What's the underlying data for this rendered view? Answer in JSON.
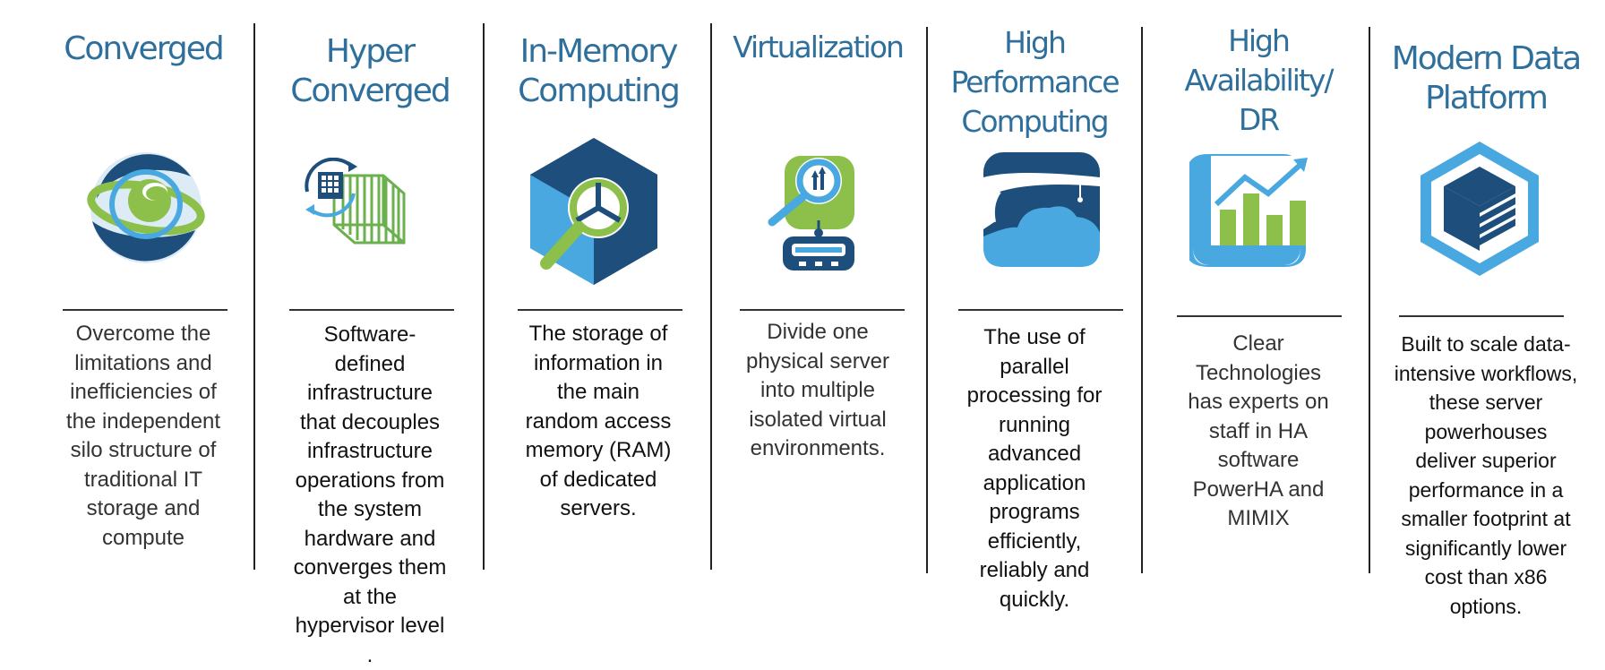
{
  "columns": [
    {
      "title": "Converged",
      "icon": "converged-sphere-icon",
      "description": "Overcome the\nlimitations and\ninefficiencies of\nthe independent\nsilo structure of\ntraditional IT\nstorage and\ncompute"
    },
    {
      "title": "Hyper\nConverged",
      "icon": "hyper-converged-icon",
      "description": "Software-\ndefined\ninfrastructure\nthat decouples\ninfrastructure\noperations from\nthe system\nhardware and\nconverges them\nat the\nhypervisor level\n."
    },
    {
      "title": "In-Memory\nComputing",
      "icon": "in-memory-cube-icon",
      "description": "The storage of\ninformation in\nthe main\nrandom access\nmemory (RAM)\nof dedicated\nservers."
    },
    {
      "title": "Virtualization",
      "icon": "virtualization-icon",
      "description": "Divide one\nphysical server\ninto multiple\nisolated virtual\nenvironments."
    },
    {
      "title": "High\nPerformance\nComputing",
      "icon": "hpc-cloud-icon",
      "description": "The use of\nparallel\nprocessing for\nrunning\nadvanced\napplication\nprograms\nefficiently,\nreliably and\nquickly."
    },
    {
      "title": "High\nAvailability/\nDR",
      "icon": "availability-chart-icon",
      "description": "Clear\nTechnologies\nhas experts on\nstaff in HA\nsoftware\nPowerHA and\nMIMIX"
    },
    {
      "title": "Modern Data\nPlatform",
      "icon": "data-platform-hex-icon",
      "description": "Built to scale data-\nintensive workflows,\nthese server\npowerhouses\ndeliver superior\nperformance in a\nsmaller footprint at\nsignificantly lower\ncost than x86\noptions."
    }
  ],
  "colors": {
    "title": "#2e6f9c",
    "navy": "#1e4f7c",
    "blue": "#4aa8e0",
    "green": "#8cc04a",
    "divider": "#222222"
  }
}
